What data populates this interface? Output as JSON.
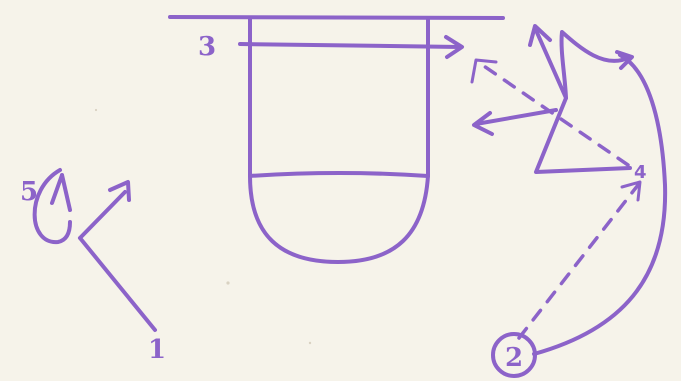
{
  "players": {
    "p1": "1",
    "p2": "2",
    "p3": "3",
    "p4": "4",
    "p5": "5"
  },
  "colors": {
    "ink": "#8c63c9",
    "paper": "#f6f3ea"
  }
}
